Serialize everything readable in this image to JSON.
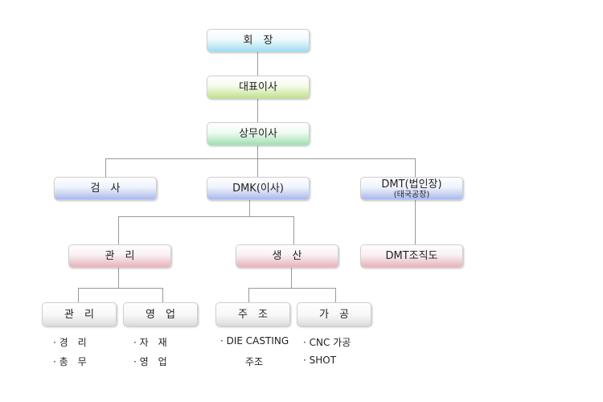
{
  "chairman": "회　장",
  "ceo": "대표이사",
  "managing_director": "상무이사",
  "audit": "검　사",
  "dmk": "DMK(이사)",
  "dmt": {
    "title": "DMT(법인장)",
    "subtitle": "(태국공장)"
  },
  "management": "관　리",
  "production": "생　산",
  "dmt_org": "DMT조직도",
  "sub_management": "관　리",
  "sales": "영　업",
  "casting": "주　조",
  "machining": "가　공",
  "notes": {
    "management": [
      "· 경　리",
      "· 총　무"
    ],
    "sales": [
      "· 자　재",
      "· 영　업"
    ],
    "casting": [
      "· DIE CASTING",
      "주조"
    ],
    "machining": [
      "· CNC 가공",
      "· SHOT"
    ]
  }
}
